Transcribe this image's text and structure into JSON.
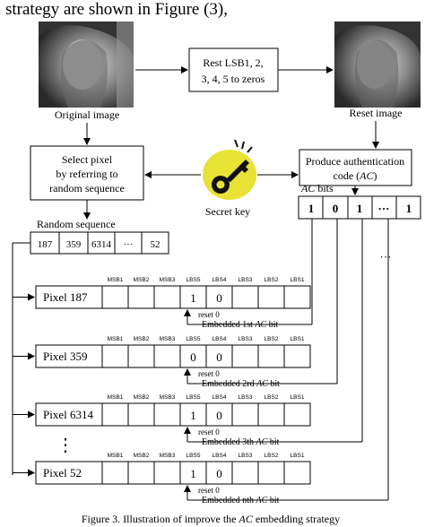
{
  "top_text": "strategy are shown in Figure (3),",
  "original_image_label": "Original image",
  "reset_image_label": "Reset image",
  "reset_box_lines": [
    "Rest LSB1, 2,",
    "3, 4, 5 to zeros"
  ],
  "select_box_lines": [
    "Select pixel",
    "by referring to",
    "random sequence"
  ],
  "auth_box": {
    "line1": "Produce authentication",
    "line2_pre": "code (",
    "line2_var": "AC",
    "line2_post": ")"
  },
  "secret_key_label": "Secret key",
  "random_sequence": {
    "label": "Random sequence",
    "cells": [
      "187",
      "359",
      "6314",
      "···",
      "52"
    ]
  },
  "ac_bits": {
    "label_var": "AC",
    "label_post": " bits",
    "cells": [
      "1",
      "0",
      "1",
      "···",
      "1"
    ],
    "trailing_dots": "···"
  },
  "bit_headers": [
    "MSB1",
    "MSB2",
    "MSB3",
    "LBS5",
    "LBS4",
    "LBS3",
    "LBS2",
    "LBS1"
  ],
  "pixels": [
    {
      "name": "Pixel 187",
      "bits": [
        "",
        "",
        "",
        "1",
        "0",
        "",
        "",
        ""
      ],
      "reset_note": "reset 0",
      "embed_pre": "Embedded 1st ",
      "embed_var": "AC",
      "embed_post": " bit"
    },
    {
      "name": "Pixel 359",
      "bits": [
        "",
        "",
        "",
        "0",
        "0",
        "",
        "",
        ""
      ],
      "reset_note": "reset 0",
      "embed_pre": "Embedded 2rd ",
      "embed_var": "AC",
      "embed_post": " bit"
    },
    {
      "name": "Pixel 6314",
      "bits": [
        "",
        "",
        "",
        "1",
        "0",
        "",
        "",
        ""
      ],
      "reset_note": "reset 0",
      "embed_pre": "Embedded 3th ",
      "embed_var": "AC",
      "embed_post": " bit"
    },
    {
      "name": "Pixel 52",
      "bits": [
        "",
        "",
        "",
        "1",
        "0",
        "",
        "",
        ""
      ],
      "reset_note": "reset 0",
      "embed_pre": "Embedded nth ",
      "embed_var": "AC",
      "embed_post": " bit"
    }
  ],
  "vertical_dots": "⋮",
  "caption": {
    "pre": "Figure 3.   Illustration of improve the ",
    "var": "AC",
    "post": " embedding strategy"
  }
}
